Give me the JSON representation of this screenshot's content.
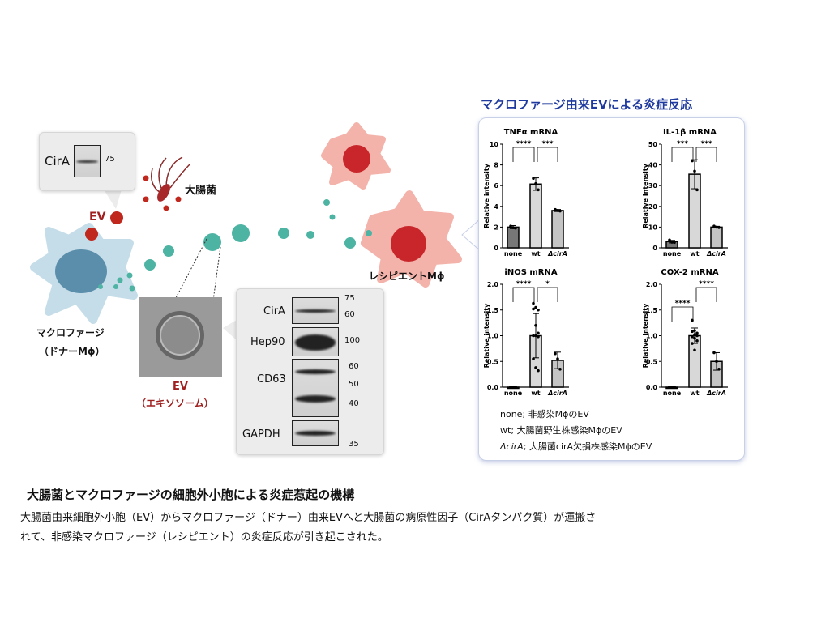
{
  "header": {
    "title": "マクロファージ由来EVによる炎症反応"
  },
  "diagram": {
    "cira_callout": {
      "label": "CirA",
      "marker": "75"
    },
    "ev_label": "EV",
    "bacteria_label": "大腸菌",
    "donor_label_1": "マクロファージ",
    "donor_label_2": "（ドナーMϕ）",
    "recipient_label": "レシピエントMϕ",
    "em_label_1": "EV",
    "em_label_2": "（エキソソーム）",
    "blot": {
      "rows": [
        {
          "name": "CirA",
          "markers": [
            "75",
            "60"
          ]
        },
        {
          "name": "Hep90",
          "markers": [
            "100"
          ]
        },
        {
          "name": "CD63",
          "markers": [
            "60",
            "50",
            "40"
          ]
        },
        {
          "name": "GAPDH",
          "markers": [
            "35"
          ]
        }
      ]
    },
    "colors": {
      "ev_red": "#c0281e",
      "teal": "#4db3a3",
      "donor": "#b9d6e3",
      "recipient": "#f2b0a8",
      "title_blue": "#1f3a9e"
    }
  },
  "legend": [
    {
      "key": "none",
      "text": "; 非感染MϕのEV"
    },
    {
      "key": "wt",
      "text": "; 大腸菌野生株感染MϕのEV"
    },
    {
      "key": "ΔcirA",
      "text": "; 大腸菌cirA欠損株感染MϕのEV"
    }
  ],
  "caption": {
    "title": "大腸菌とマクロファージの細胞外小胞による炎症惹起の機構",
    "line1": "大腸菌由来細胞外小胞（EV）からマクロファージ（ドナー）由来EVへと大腸菌の病原性因子（CirAタンパク質）が運搬さ",
    "line2": "れて、非感染マクロファージ（レシピエント）の炎症反応が引き起こされた。"
  },
  "chart_data": [
    {
      "type": "bar",
      "title": "TNFα mRNA",
      "ylabel": "Relative intensity",
      "categories": [
        "none",
        "wt",
        "ΔcirA"
      ],
      "ylim": [
        0,
        10
      ],
      "yticks": [
        0,
        2,
        4,
        6,
        8,
        10
      ],
      "values": [
        2.0,
        6.15,
        3.6
      ],
      "sd": [
        0.15,
        0.6,
        0.1
      ],
      "points": [
        [
          2.1,
          1.95,
          1.9
        ],
        [
          6.7,
          6.2,
          5.6
        ],
        [
          3.7,
          3.6,
          3.55
        ]
      ],
      "significance": [
        {
          "pair": [
            0,
            1
          ],
          "label": "****"
        },
        {
          "pair": [
            1,
            2
          ],
          "label": "***"
        }
      ]
    },
    {
      "type": "bar",
      "title": "IL-1β mRNA",
      "ylabel": "Relative intensity",
      "categories": [
        "none",
        "wt",
        "ΔcirA"
      ],
      "ylim": [
        0,
        50
      ],
      "yticks": [
        0,
        10,
        20,
        30,
        40,
        50
      ],
      "values": [
        3.0,
        35.5,
        10.0
      ],
      "sd": [
        0.6,
        7,
        0.4
      ],
      "points": [
        [
          3.8,
          2.7,
          2.6
        ],
        [
          42,
          37,
          28
        ],
        [
          10.5,
          10,
          9.8
        ]
      ],
      "significance": [
        {
          "pair": [
            0,
            1
          ],
          "label": "***"
        },
        {
          "pair": [
            1,
            2
          ],
          "label": "***"
        }
      ]
    },
    {
      "type": "bar",
      "title": "iNOS mRNA",
      "ylabel": "Relative intensity",
      "categories": [
        "none",
        "wt",
        "ΔcirA"
      ],
      "ylim": [
        0,
        2.0
      ],
      "yticks": [
        0.0,
        0.5,
        1.0,
        1.5,
        2.0
      ],
      "values": [
        0.0,
        1.0,
        0.52
      ],
      "sd": [
        0.0,
        0.43,
        0.16
      ],
      "points": [
        [
          0,
          0,
          0,
          0,
          0,
          0,
          0,
          0,
          0,
          0,
          0
        ],
        [
          1.63,
          1.55,
          1.5,
          1.52,
          1.2,
          1.05,
          1.0,
          1.0,
          0.98,
          0.55,
          0.38,
          0.32
        ],
        [
          0.65,
          0.55,
          0.35
        ]
      ],
      "significance": [
        {
          "pair": [
            0,
            1
          ],
          "label": "****"
        },
        {
          "pair": [
            1,
            2
          ],
          "label": "*"
        }
      ]
    },
    {
      "type": "bar",
      "title": "COX-2 mRNA",
      "ylabel": "Relative intensity",
      "categories": [
        "none",
        "wt",
        "ΔcirA"
      ],
      "ylim": [
        0,
        2.0
      ],
      "yticks": [
        0.0,
        0.5,
        1.0,
        1.5,
        2.0
      ],
      "values": [
        0.0,
        1.0,
        0.5
      ],
      "sd": [
        0.0,
        0.15,
        0.17
      ],
      "points": [
        [
          0,
          0,
          0,
          0,
          0,
          0,
          0,
          0,
          0,
          0,
          0
        ],
        [
          1.3,
          1.1,
          1.05,
          1.08,
          1.02,
          1.0,
          0.98,
          0.95,
          0.9,
          0.85,
          0.72
        ],
        [
          0.67,
          0.5,
          0.35
        ]
      ],
      "significance": [
        {
          "pair": [
            0,
            1
          ],
          "label": "****"
        },
        {
          "pair": [
            1,
            2
          ],
          "label": "****"
        }
      ]
    }
  ]
}
